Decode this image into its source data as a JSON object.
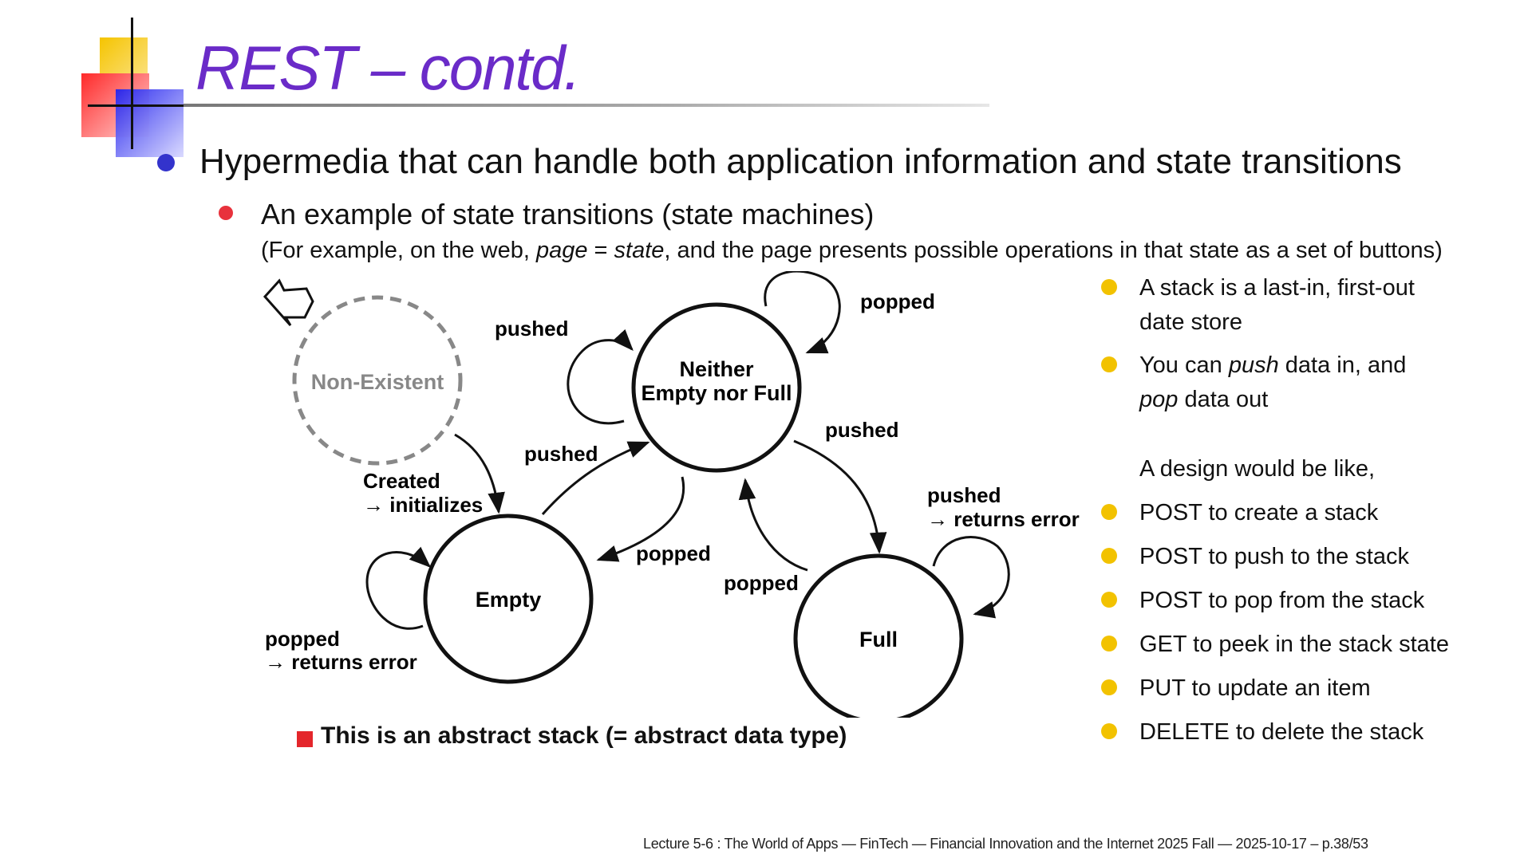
{
  "slide": {
    "title": "REST – contd.",
    "bullet1": "Hypermedia that can handle both application information and state transitions",
    "bullet2": "An example of state transitions (state machines)",
    "bullet2_sub_pre": "(For example, on the web, ",
    "bullet2_sub_page": "page",
    "bullet2_sub_eq": " = ",
    "bullet2_sub_state": "state",
    "bullet2_sub_post": ", and the page presents possible operations in that state as a set of buttons)"
  },
  "diagram": {
    "states": {
      "non_existent": "Non-Existent",
      "neither_line1": "Neither",
      "neither_line2": "Empty nor Full",
      "empty": "Empty",
      "full": "Full"
    },
    "labels": {
      "pushed_top_loop": "pushed",
      "popped_top_loop": "popped",
      "created_line1": "Created",
      "created_line2": "→ initializes",
      "pushed_empty_to_neither": "pushed",
      "pushed_neither_to_full": "pushed",
      "popped_neither_to_empty": "popped",
      "popped_full_to_neither": "popped",
      "pushed_full_line1": "pushed",
      "pushed_full_line2": "→ returns error",
      "popped_empty_line1": "popped",
      "popped_empty_line2": "→ returns error"
    }
  },
  "legend": "This is an abstract stack (= abstract data type)",
  "right_panel": {
    "item1_line1": "A stack is a last-in, first-out",
    "item1_line2": "date store",
    "item2_line1_pre": "You can ",
    "item2_line1_em": "push",
    "item2_line1_post": " data in, and",
    "item2_line2_em": "pop",
    "item2_line2_post": " data out",
    "design_intro": "A design would be like,",
    "items": [
      "POST to create a stack",
      "POST to push to the stack",
      "POST to pop from the stack",
      "GET to peek in the stack state",
      "PUT to update an item",
      "DELETE to delete the stack"
    ]
  },
  "footer": "Lecture 5-6 : The World of Apps — FinTech — Financial Innovation and the Internet 2025 Fall — 2025-10-17 – p.38/53",
  "colors": {
    "title": "#6a2bc8",
    "bullet_level1": "#3333cc",
    "bullet_level2": "#e8323c",
    "bullet_right": "#f2c200",
    "legend_square": "#e4262b"
  }
}
